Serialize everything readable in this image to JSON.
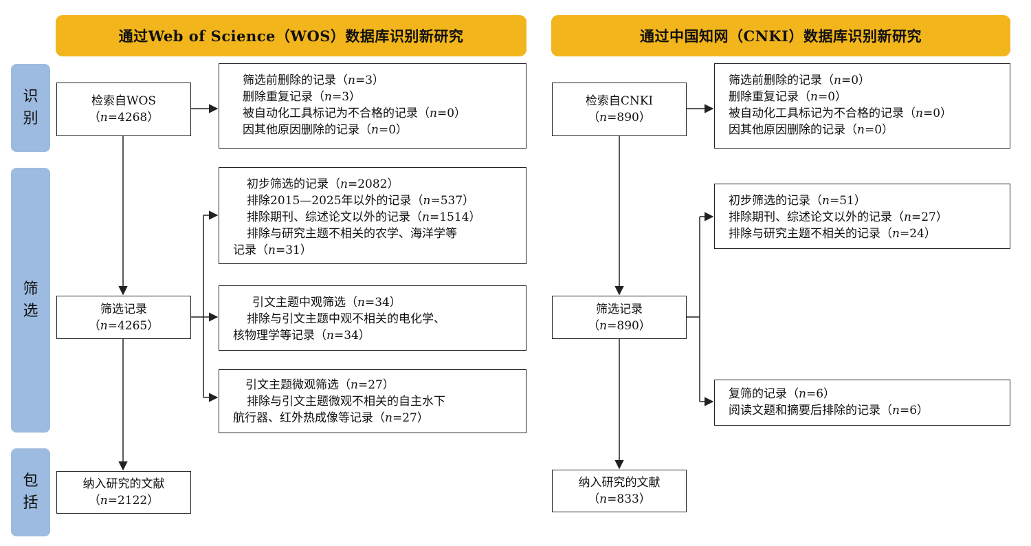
{
  "headers": {
    "wos": "通过Web of Science（WOS）数据库识别新研究",
    "cnki": "通过中国知网（CNKI）数据库识别新研究"
  },
  "stages": {
    "identify": [
      "识",
      "别"
    ],
    "screen": [
      "筛",
      "选"
    ],
    "include": [
      "包",
      "括"
    ]
  },
  "wos": {
    "retrieved": {
      "label": "检索自WOS",
      "count": "（n=4268）"
    },
    "removed_before": [
      "筛选前删除的记录（n=3）",
      "删除重复记录（n=3）",
      "被自动化工具标记为不合格的记录（n=0）",
      "因其他原因删除的记录（n=0）"
    ],
    "screened": {
      "label": "筛选记录",
      "count": "（n=4265）"
    },
    "initial_screen": [
      "初步筛选的记录（n=2082）",
      "排除2015—2025年以外的记录（n=537）",
      "排除期刊、综述论文以外的记录（n=1514）",
      "排除与研究主题不相关的农学、海洋学等",
      "记录（n=31）"
    ],
    "meso_screen": [
      "引文主题中观筛选（n=34）",
      "排除与引文主题中观不相关的电化学、",
      "核物理学等记录（n=34）"
    ],
    "micro_screen": [
      "引文主题微观筛选（n=27）",
      "排除与引文主题微观不相关的自主水下",
      "航行器、红外热成像等记录（n=27）"
    ],
    "included": {
      "label": "纳入研究的文献",
      "count": "（n=2122）"
    }
  },
  "cnki": {
    "retrieved": {
      "label": "检索自CNKI",
      "count": "（n=890）"
    },
    "removed_before": [
      "筛选前删除的记录（n=0）",
      "删除重复记录（n=0）",
      "被自动化工具标记为不合格的记录（n=0）",
      "因其他原因删除的记录（n=0）"
    ],
    "initial_screen": [
      "初步筛选的记录（n=51）",
      "排除期刊、综述论文以外的记录（n=27）",
      "排除与研究主题不相关的记录（n=24）"
    ],
    "screened": {
      "label": "筛选记录",
      "count": "（n=890）"
    },
    "rescreen": [
      "复筛的记录（n=6）",
      "阅读文题和摘要后排除的记录（n=6）"
    ],
    "included": {
      "label": "纳入研究的文献",
      "count": "（n=833）"
    }
  },
  "colors": {
    "header_bg": "#f2b51c",
    "stage_bg": "#9dbbe0",
    "line": "#222222"
  }
}
